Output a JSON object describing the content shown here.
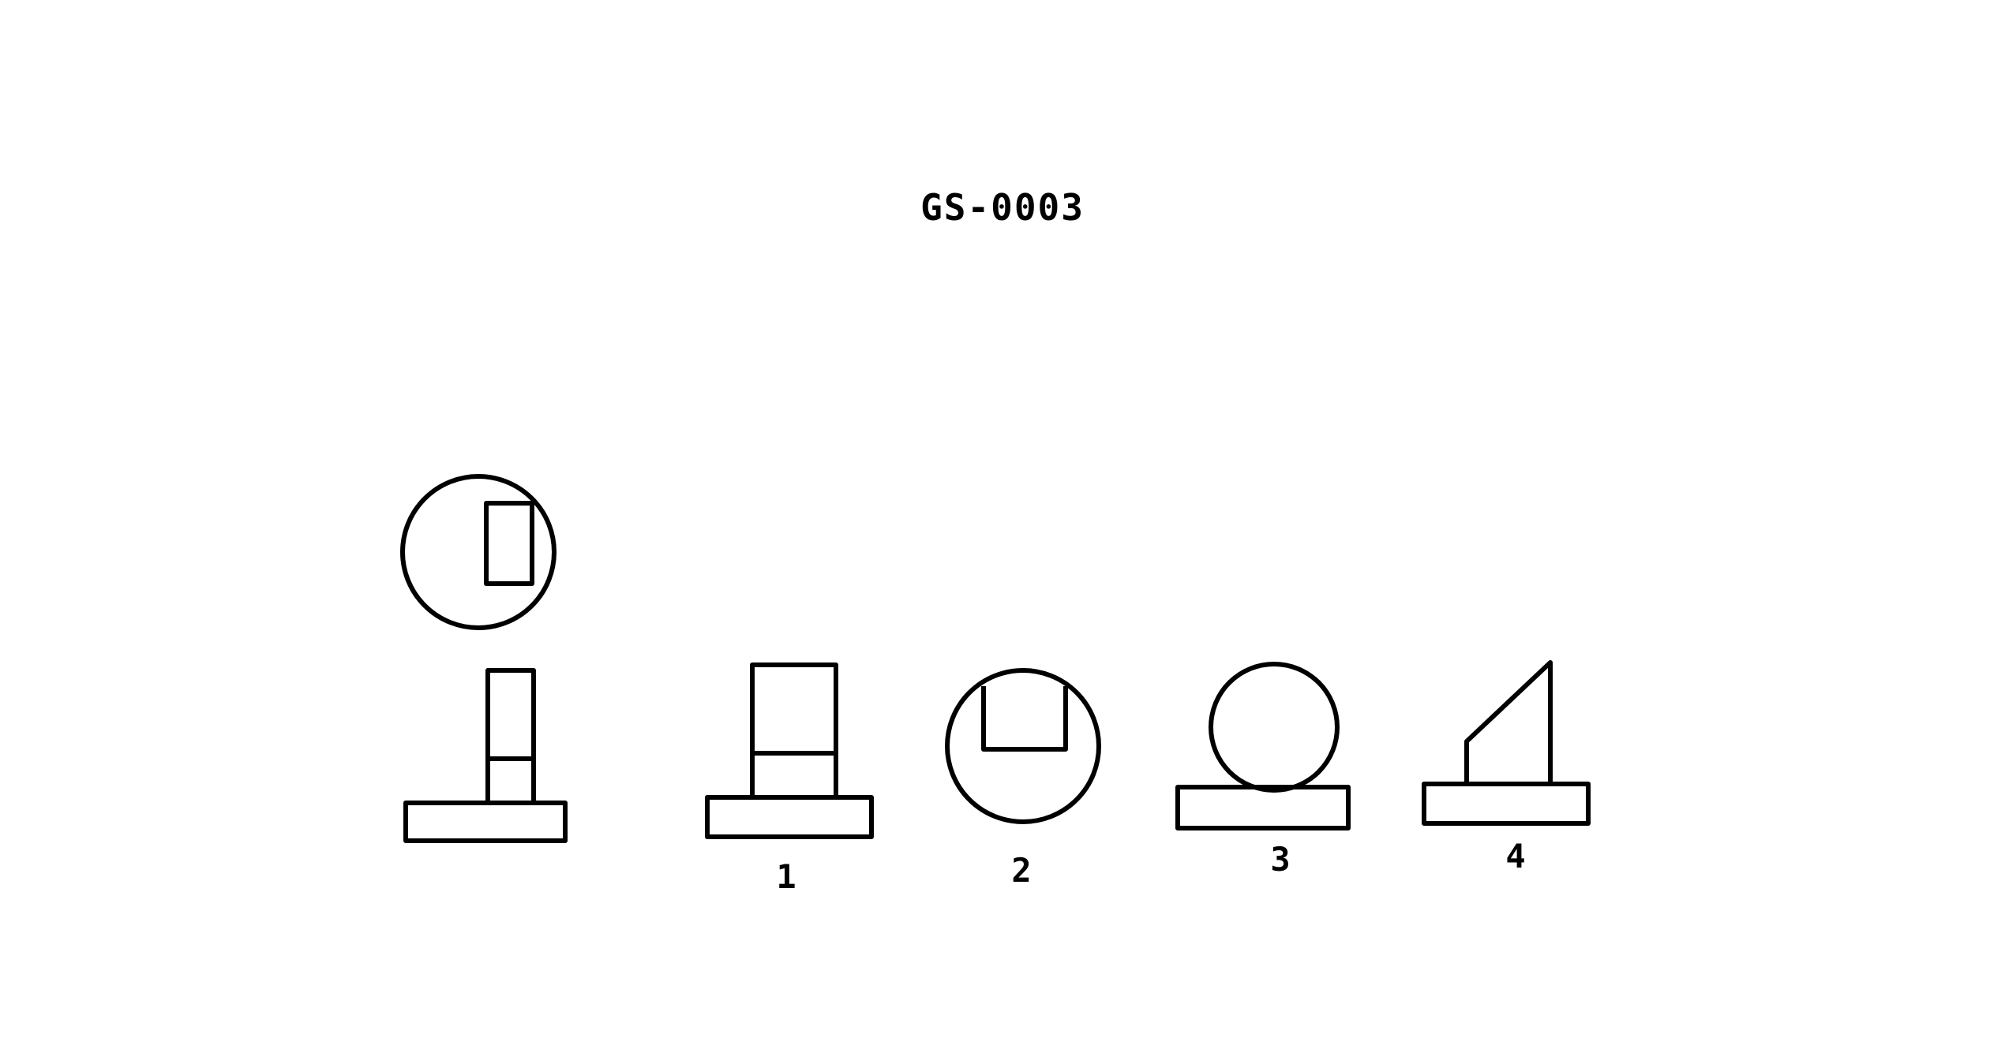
{
  "title": "GS-0003",
  "options": [
    {
      "label": "1"
    },
    {
      "label": "2"
    },
    {
      "label": "3"
    },
    {
      "label": "4"
    }
  ],
  "colors": {
    "ink": "#000000",
    "background": "#ffffff"
  }
}
